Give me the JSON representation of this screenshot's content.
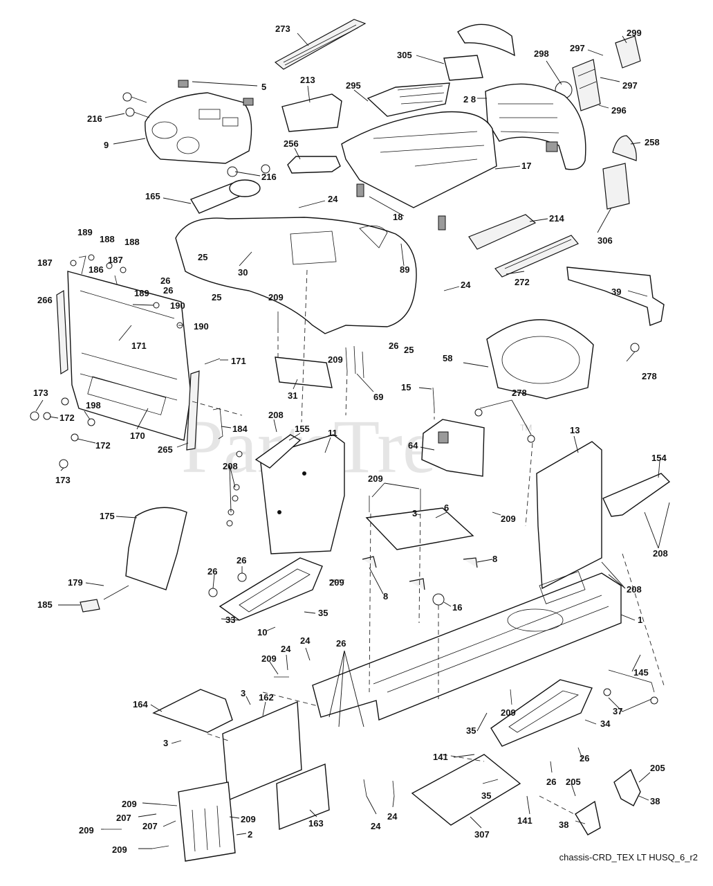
{
  "diagram": {
    "caption": "chassis-CRD_TEX LT HUSQ_6_r2",
    "watermark": "PartsTree",
    "watermark_mark": "TM"
  },
  "callouts": {
    "c273": "273",
    "c305": "305",
    "c298": "298",
    "c297a": "297",
    "c299": "299",
    "c297b": "297",
    "c296": "296",
    "c28": "2 8",
    "c295": "295",
    "c213": "213",
    "c5": "5",
    "c216a": "216",
    "c9": "9",
    "c256": "256",
    "c216b": "216",
    "c258": "258",
    "c17": "17",
    "c165": "165",
    "c24a": "24",
    "c18": "18",
    "c214": "214",
    "c306": "306",
    "c189a": "189",
    "c188a": "188",
    "c188b": "188",
    "c187a": "187",
    "c186": "186",
    "c187b": "187",
    "c189b": "189",
    "c89": "89",
    "c25a": "25",
    "c26a": "26",
    "c26b": "26",
    "c25b": "25",
    "c30": "30",
    "c272": "272",
    "c24b": "24",
    "c39": "39",
    "c266": "266",
    "c190a": "190",
    "c190b": "190",
    "c209a": "209",
    "c26c": "26",
    "c25c": "25",
    "c171a": "171",
    "c171b": "171",
    "c209b": "209",
    "c58": "58",
    "c278a": "278",
    "c69": "69",
    "c31": "31",
    "c173a": "173",
    "c172a": "172",
    "c198": "198",
    "c15": "15",
    "c278b": "278",
    "c208a": "208",
    "c155": "155",
    "c184": "184",
    "c170": "170",
    "c172b": "172",
    "c265": "265",
    "c11": "11",
    "c64": "64",
    "c13": "13",
    "c154": "154",
    "c208b": "208",
    "c173b": "173",
    "c209c": "209",
    "c6": "6",
    "c3a": "3",
    "c209d": "209",
    "c175": "175",
    "c208c": "208",
    "c26d": "26",
    "c209e": "209",
    "c8a": "8",
    "c26e": "26",
    "c8b": "8",
    "c208d": "208",
    "c179": "179",
    "c16": "16",
    "c185": "185",
    "c35a": "35",
    "c33": "33",
    "c10": "10",
    "c1": "1",
    "c24c": "24",
    "c26f": "26",
    "c24d": "24",
    "c209f": "209",
    "c145": "145",
    "c3b": "3",
    "c162": "162",
    "c164": "164",
    "c37": "37",
    "c209g": "209",
    "c35b": "35",
    "c34": "34",
    "c3c": "3",
    "c141a": "141",
    "c26g": "26",
    "c26h": "26",
    "c205a": "205",
    "c35c": "35",
    "c205b": "205",
    "c38a": "38",
    "c209h": "209",
    "c207a": "207",
    "c207b": "207",
    "c209i": "209",
    "c163": "163",
    "c209j": "209",
    "c24e": "24",
    "c24f": "24",
    "c141b": "141",
    "c38b": "38",
    "c2": "2",
    "c307": "307",
    "c209k": "209"
  }
}
